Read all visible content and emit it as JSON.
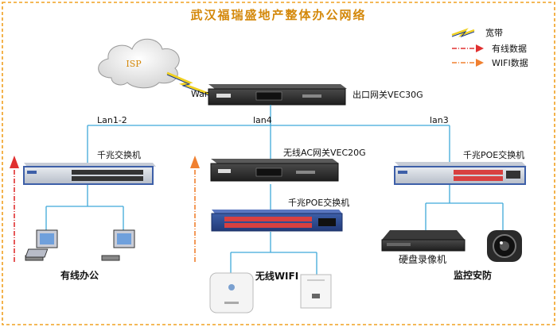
{
  "title": "武汉福瑞盛地产整体办公网络",
  "legend": {
    "broadband": "宽带",
    "wired_data": "有线数据",
    "wifi_data": "WIFI数据"
  },
  "nodes": {
    "isp": "ISP",
    "wan": "Wan",
    "gateway": "出口网关VEC30G",
    "lan12": "Lan1-2",
    "lan4": "lan4",
    "lan3": "lan3",
    "gigabit_switch": "千兆交换机",
    "wireless_ac": "无线AC网关VEC20G",
    "poe_switch_right": "千兆POE交换机",
    "poe_switch_mid": "千兆POE交换机",
    "wired_office": "有线办公",
    "wireless_wifi": "无线WIFI",
    "nvr": "硬盘录像机",
    "surveillance": "监控安防"
  },
  "colors": {
    "border": "#f0a020",
    "line": "#3fa9d9",
    "wired_arrow": "#e03030",
    "wifi_arrow": "#f08030",
    "broadband": "#f0d020",
    "title": "#d4880a"
  }
}
